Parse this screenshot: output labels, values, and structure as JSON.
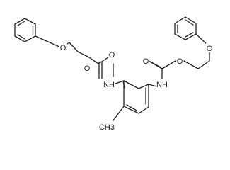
{
  "molecule": {
    "atom_labels": {
      "ether_oxygen_left": "O",
      "ester_oxygen_left": "O",
      "carbonyl_oxygen_left": "O",
      "amide_nitrogen_left": "NH",
      "methyl": "CH3",
      "amide_nitrogen_right": "NH",
      "carbonyl_oxygen_right": "O",
      "ester_oxygen_right": "O",
      "ether_oxygen_right": "O"
    }
  }
}
